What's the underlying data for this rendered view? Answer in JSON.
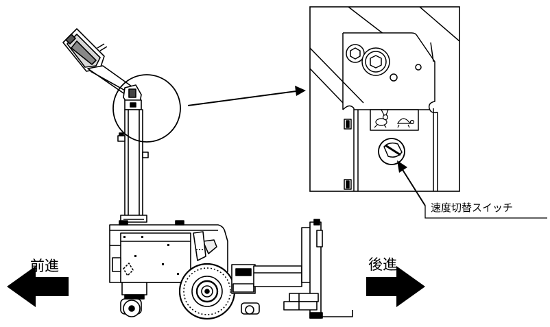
{
  "labels": {
    "forward": "前進",
    "reverse": "後進",
    "speed_switch": "速度切替スイッチ"
  },
  "icons": {
    "fast_mode": "rabbit-icon",
    "slow_mode": "turtle-icon"
  },
  "colors": {
    "line": "#000000",
    "background": "#ffffff"
  }
}
